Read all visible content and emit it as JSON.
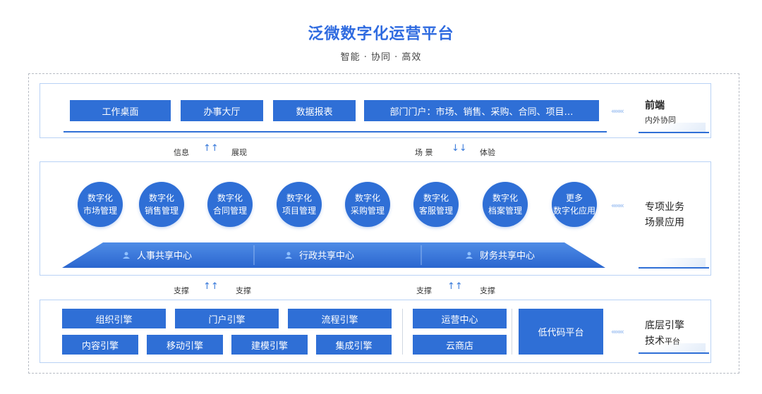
{
  "header": {
    "title": "泛微数字化运营平台",
    "subtitle": "智能 · 协同 · 高效"
  },
  "front": {
    "buttons": [
      "工作桌面",
      "办事大厅",
      "数据报表",
      "部门门户：市场、销售、采购、合同、项目…"
    ],
    "label_main": "前端",
    "label_sub": "内外协同"
  },
  "connector1": {
    "left_a": "信息",
    "left_b": "展现",
    "right_a": "场 景",
    "right_b": "体验"
  },
  "apps": {
    "circles": [
      {
        "l1": "数字化",
        "l2": "市场管理"
      },
      {
        "l1": "数字化",
        "l2": "销售管理"
      },
      {
        "l1": "数字化",
        "l2": "合同管理"
      },
      {
        "l1": "数字化",
        "l2": "项目管理"
      },
      {
        "l1": "数字化",
        "l2": "采购管理"
      },
      {
        "l1": "数字化",
        "l2": "客服管理"
      },
      {
        "l1": "数字化",
        "l2": "档案管理"
      },
      {
        "l1": "更多",
        "l2": "数字化应用"
      }
    ],
    "shared": [
      "人事共享中心",
      "行政共享中心",
      "财务共享中心"
    ],
    "label_main": "专项业务",
    "label_sub": "场景应用"
  },
  "connector2": {
    "left_a": "支撑",
    "left_b": "支撑",
    "right_a": "支撑",
    "right_b": "支撑"
  },
  "engine": {
    "row1": [
      "组织引擎",
      "门户引擎",
      "流程引擎"
    ],
    "row2": [
      "内容引擎",
      "移动引擎",
      "建模引擎",
      "集成引擎"
    ],
    "ops": [
      "运营中心",
      "云商店"
    ],
    "lowcode": "低代码平台",
    "label_main": "底层引擎",
    "label_sub_a": "技术",
    "label_sub_b": "平台"
  },
  "arrows": "‹‹‹‹‹‹‹",
  "colors": {
    "primary": "#2f6fd6",
    "title": "#2f6be0",
    "panel_border": "#b9d2f5"
  }
}
